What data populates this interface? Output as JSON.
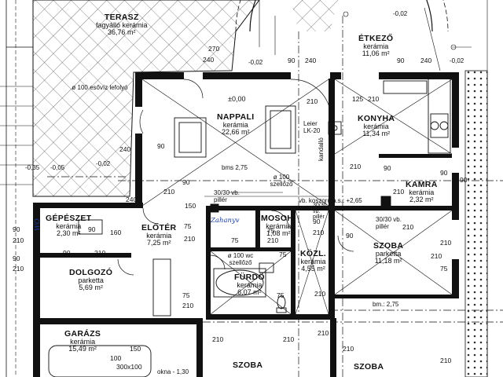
{
  "rooms": {
    "terasz": {
      "name": "TERASZ",
      "mat": "fagyálló kerámia",
      "area": "36,76 m²"
    },
    "etkezo": {
      "name": "ÉTKEZŐ",
      "mat": "kerámia",
      "area": "11,06 m²"
    },
    "nappali": {
      "name": "NAPPALI",
      "mat": "kerámia",
      "area": "22,66 m²"
    },
    "konyha": {
      "name": "KONYHA",
      "mat": "kerámia",
      "area": "11,34 m²"
    },
    "kamra": {
      "name": "KAMRA",
      "mat": "kerámia",
      "area": "2,32 m²"
    },
    "gepeszet": {
      "name": "GÉPÉSZET",
      "mat": "kerámia",
      "area": "2,30 m²"
    },
    "eloter": {
      "name": "ELŐTÉR",
      "mat": "kerámia",
      "area": "7,25 m²"
    },
    "mosoh": {
      "name": "MOSOH.",
      "mat": "kerámia",
      "area": "1,08 m²"
    },
    "kozl": {
      "name": "KÖZL.",
      "mat": "kerámia",
      "area": "4,55 m²"
    },
    "szoba1": {
      "name": "SZOBA",
      "mat": "parketta",
      "area": "11,18 m²"
    },
    "dolgozo": {
      "name": "DOLGOZÓ",
      "mat": "parketta",
      "area": "5,69 m²"
    },
    "furdo": {
      "name": "FÜRDŐ",
      "mat": "kerámia",
      "area": "6,07 m²"
    },
    "garazs": {
      "name": "GARÁZS",
      "mat": "kerámia",
      "area": "15,49 m²"
    },
    "szoba2": {
      "name": "SZOBA"
    },
    "szoba3": {
      "name": "SZOBA"
    }
  },
  "notes": {
    "level_zero": "±0,00",
    "bms_nappali": "bms 2,75",
    "bms_right": "bm.: 2,75",
    "esovizlefolyo": "ø 100 esővíz lefolyó",
    "szellozo1": "ø 100 szellőző",
    "szellozo2": "ø 100 wc szellőző",
    "vb_piller1": "30/30 vb. pillér",
    "vb_piller2": "30/30 vb. pillér",
    "vb_koszoru": "vb. koszorú a.s.: +2,65",
    "vb_piller3": "30/30 vb. pillér",
    "leier": "Leier LK-20",
    "kandallo": "kandalló",
    "okna": "okna - 1,30",
    "level1": "-0,02",
    "level2": "-0,35",
    "level3": "-0,05",
    "level4": "-0,02",
    "level5": "-0,02",
    "level6": "-0,02",
    "h1": "Zahanyv",
    "h2": "WO"
  },
  "dims": {
    "d240a": "240",
    "d90a": "90",
    "d270": "270",
    "d240b": "240",
    "d90b": "90",
    "d90c": "90",
    "d210a": "210",
    "d210b": "210",
    "d210c": "210",
    "d90d": "90",
    "d240c": "240",
    "d90e": "90",
    "d150": "150",
    "d75a": "75",
    "d75b": "75",
    "d75c": "75",
    "d75d": "75",
    "d210d": "210",
    "d210e": "210",
    "d90f": "90",
    "d90g": "90",
    "d210f": "210",
    "d210g": "210",
    "d210h": "210",
    "d90h": "90",
    "d210i": "210",
    "d90i": "90",
    "d210j": "210",
    "d90j": "90",
    "d210k": "210",
    "d210l": "210",
    "d75e": "75",
    "d75f": "75",
    "d210m": "210",
    "d210n": "210",
    "d125": "125",
    "d240d": "240",
    "d160": "160",
    "d210o": "210",
    "d210p": "210",
    "d210q": "210",
    "d75g": "75",
    "d90k": "90",
    "d90l": "90",
    "d100": "100",
    "d150b": "150",
    "d240e": "240",
    "d210r": "210",
    "d210s": "210",
    "d210t": "210",
    "d210u": "210",
    "d300": "300x100"
  }
}
